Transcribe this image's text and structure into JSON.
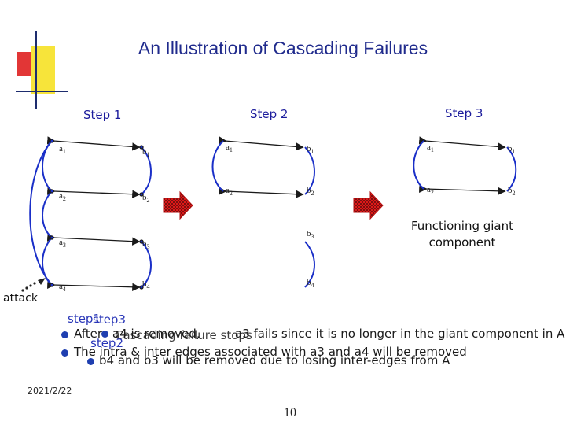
{
  "title": "An Illustration of Cascading Failures",
  "steps": [
    "Step 1",
    "Step 2",
    "Step 3"
  ],
  "nodes": {
    "a1": "a",
    "a1s": "1",
    "a2": "a",
    "a2s": "2",
    "a3": "a",
    "a3s": "3",
    "a4": "a",
    "a4s": "4",
    "b1": "b",
    "b1s": "1",
    "b2": "b",
    "b2s": "2",
    "b3": "b",
    "b3s": "3",
    "b4": "b",
    "b4s": "4"
  },
  "giant_label_line1": "Functioning giant",
  "giant_label_line2": "component",
  "attack_label": "attack",
  "overlap": {
    "step1": "step1",
    "step3": "step3",
    "after": "After",
    "a4_attack": "a4 is removed,",
    "step3_text": "Cascading failure stops",
    "a3_fails": "a3 fails since it is no longer in the giant component in A",
    "step2": "step2",
    "intra_text": "The intra & inter edges associated with a3 and a4 will be removed",
    "b_removed": "b4 and b3 will be removed due to losing inter-edges from A"
  },
  "footer": {
    "date": "2021/2/22",
    "page": "10"
  },
  "colors": {
    "title": "#1f2a8c",
    "node": "#1a2fc8",
    "edge": "#1a1a1a",
    "arrow": "#e01818",
    "bullet": "#1f3fb0"
  }
}
